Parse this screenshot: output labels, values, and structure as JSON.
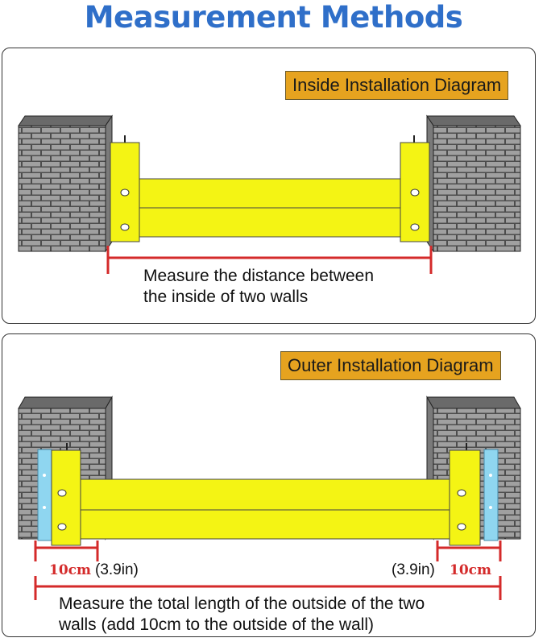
{
  "title": "Measurement Methods",
  "inside": {
    "label": "Inside Installation Diagram",
    "caption_line1": "Measure the distance between",
    "caption_line2": "the inside of two walls"
  },
  "outer": {
    "label": "Outer Installation Diagram",
    "left_red": "10cm",
    "left_paren": "(3.9in)",
    "right_paren": "(3.9in)",
    "right_red": "10cm",
    "caption_line1": "Measure the total length of the outside of the two",
    "caption_line2": "walls (add 10cm to the outside of the wall)"
  },
  "colors": {
    "title_blue": "#2f6fc9",
    "label_orange": "#e6a31f",
    "gate_yellow": "#f4f414",
    "measure_red": "#d42a2a",
    "brick_grey": "#9a9a9a",
    "spacer_blue": "#8fd6f0"
  }
}
